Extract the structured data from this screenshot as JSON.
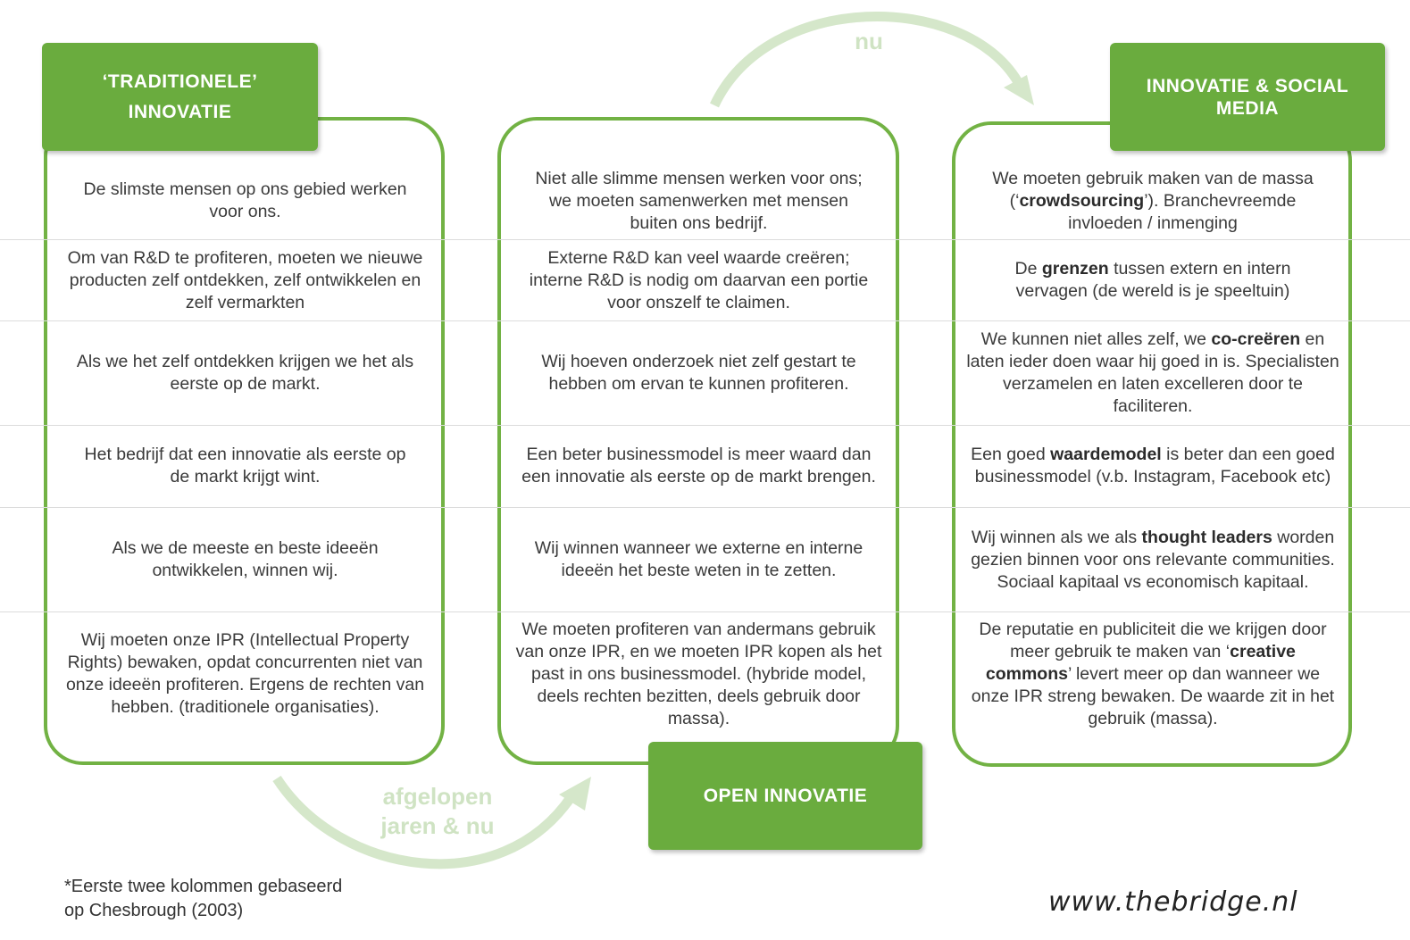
{
  "colors": {
    "green": "#6aac3e",
    "border": "#72b244",
    "arrow": "#d5e7ca"
  },
  "columns": [
    {
      "header_lines": [
        "‘TRADITIONELE’",
        "INNOVATIE"
      ],
      "cells": [
        [
          {
            "t": "De slimste mensen op ons gebied werken"
          },
          {
            "t": "\n"
          },
          {
            "t": "voor ons."
          }
        ],
        [
          {
            "t": "Om van R&D te profiteren, moeten we nieuwe producten zelf ontdekken, zelf ontwikkelen en zelf vermarkten"
          }
        ],
        [
          {
            "t": "Als we het zelf ontdekken krijgen we het als eerste op de markt."
          }
        ],
        [
          {
            "t": "Het bedrijf dat een innovatie als eerste op"
          },
          {
            "t": "\n"
          },
          {
            "t": "de markt krijgt wint."
          }
        ],
        [
          {
            "t": "Als we de meeste en beste ideeën"
          },
          {
            "t": "\n"
          },
          {
            "t": "ontwikkelen, winnen wij."
          }
        ],
        [
          {
            "t": "Wij moeten onze IPR (Intellectual Property Rights) bewaken, opdat concurrenten niet van onze ideeën profiteren. Ergens de rechten van hebben. (traditionele organisaties)."
          }
        ]
      ]
    },
    {
      "header_lines": [
        "OPEN INNOVATIE"
      ],
      "cells": [
        [
          {
            "t": "Niet alle slimme mensen werken voor ons;"
          },
          {
            "t": "\n"
          },
          {
            "t": "we moeten samenwerken met mensen"
          },
          {
            "t": "\n"
          },
          {
            "t": "buiten ons bedrijf."
          }
        ],
        [
          {
            "t": "Externe R&D kan veel waarde creëren;"
          },
          {
            "t": "\n"
          },
          {
            "t": "interne R&D is nodig om daarvan een portie"
          },
          {
            "t": "\n"
          },
          {
            "t": "voor onszelf te claimen."
          }
        ],
        [
          {
            "t": "Wij hoeven onderzoek niet zelf gestart te"
          },
          {
            "t": "\n"
          },
          {
            "t": "hebben om ervan te kunnen profiteren."
          }
        ],
        [
          {
            "t": "Een beter businessmodel is meer waard dan een innovatie als eerste op de markt brengen."
          }
        ],
        [
          {
            "t": "Wij winnen wanneer we externe en interne"
          },
          {
            "t": "\n"
          },
          {
            "t": "ideeën het beste weten in te zetten."
          }
        ],
        [
          {
            "t": "We moeten profiteren van andermans gebruik van onze IPR, en we moeten IPR kopen als het past in ons businessmodel. (hybride model, deels rechten bezitten, deels gebruik door massa)."
          }
        ]
      ]
    },
    {
      "header_lines": [
        "INNOVATIE & SOCIAL",
        "MEDIA"
      ],
      "cells": [
        [
          {
            "t": "We moeten gebruik maken van de massa"
          },
          {
            "t": "\n"
          },
          {
            "t": "(‘"
          },
          {
            "t": "crowdsourcing",
            "b": true
          },
          {
            "t": "’). Branchevreemde"
          },
          {
            "t": "\n"
          },
          {
            "t": "invloeden / inmenging"
          }
        ],
        [
          {
            "t": "De "
          },
          {
            "t": "grenzen",
            "b": true
          },
          {
            "t": " tussen extern en intern"
          },
          {
            "t": "\n"
          },
          {
            "t": "vervagen (de wereld is je speeltuin)"
          }
        ],
        [
          {
            "t": "We kunnen niet alles zelf, we "
          },
          {
            "t": "co-creëren",
            "b": true
          },
          {
            "t": " en laten ieder doen waar hij goed in is. Specialisten verzamelen en laten excelleren door te faciliteren."
          }
        ],
        [
          {
            "t": "Een goed "
          },
          {
            "t": "waardemodel",
            "b": true
          },
          {
            "t": "  is beter dan een goed businessmodel (v.b. Instagram, Facebook etc)"
          }
        ],
        [
          {
            "t": "Wij winnen als we als "
          },
          {
            "t": "thought leaders",
            "b": true
          },
          {
            "t": " worden gezien binnen voor ons relevante communities. Sociaal kapitaal vs economisch kapitaal."
          }
        ],
        [
          {
            "t": "De reputatie en publiciteit die we krijgen door meer gebruik te maken van ‘"
          },
          {
            "t": "creative commons",
            "b": true
          },
          {
            "t": "’ levert meer op dan wanneer we onze IPR streng bewaken. De waarde zit in het gebruik (massa)."
          }
        ]
      ]
    }
  ],
  "arrow_labels": {
    "top": "nu",
    "bottom_lines": [
      "afgelopen",
      "jaren & nu"
    ]
  },
  "footnote_lines": [
    "*Eerste twee kolommen gebaseerd",
    "op Chesbrough (2003)"
  ],
  "website": "www.thebridge.nl"
}
